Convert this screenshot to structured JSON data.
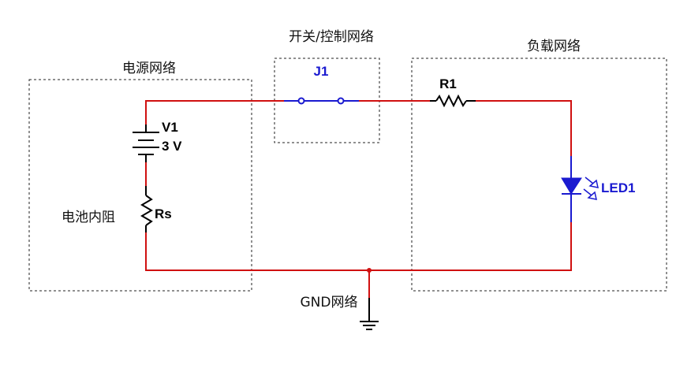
{
  "groups": {
    "power": {
      "title": "电源网络"
    },
    "switch": {
      "title": "开关/控制网络"
    },
    "load": {
      "title": "负载网络"
    },
    "gnd": {
      "title": "GND网络"
    }
  },
  "components": {
    "battery": {
      "ref": "V1",
      "value": "3 V"
    },
    "internal_resistor": {
      "ref": "Rs",
      "description": "电池内阻"
    },
    "switch": {
      "ref": "J1"
    },
    "resistor": {
      "ref": "R1"
    },
    "led": {
      "ref": "LED1"
    }
  },
  "colors": {
    "wire": "#d01010",
    "component": "#000000",
    "blue_component": "#1a1ad0",
    "box": "#222222"
  }
}
